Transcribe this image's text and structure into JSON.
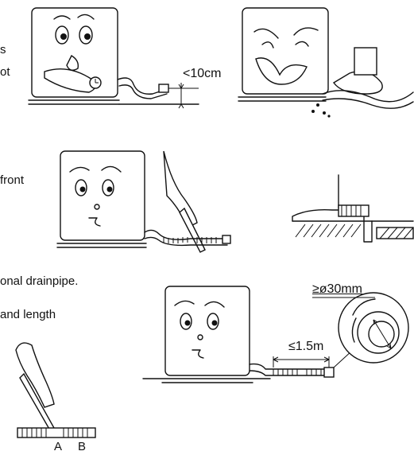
{
  "text_fragments": {
    "frag_s": "s",
    "frag_ot": "ot",
    "frag_front": "front",
    "frag_drainpipe": "onal drainpipe.",
    "frag_length": "and length"
  },
  "dimensions": {
    "height_limit": "<10cm",
    "pipe_diameter": "≥ø30mm",
    "pipe_length": "≤1.5m"
  },
  "markers": {
    "a": "A",
    "b": "B"
  }
}
